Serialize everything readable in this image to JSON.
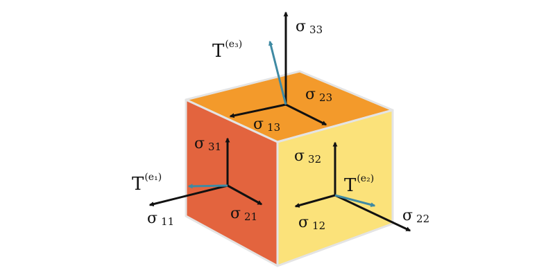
{
  "colors": {
    "top_face": "#f39a2b",
    "left_face": "#e3643e",
    "right_face": "#fbe27a",
    "edge": "#e4e4e4",
    "stress_arrow": "#111111",
    "traction_arrow": "#3f8aa3"
  },
  "labels": {
    "sigma": "σ",
    "T": "T",
    "s33": "33",
    "s23": "23",
    "s13": "13",
    "s31": "31",
    "s21": "21",
    "s11": "11",
    "s32": "32",
    "s12": "12",
    "s22": "22",
    "te3": "(e₃)",
    "te1": "(e₁)",
    "te2": "(e₂)"
  }
}
